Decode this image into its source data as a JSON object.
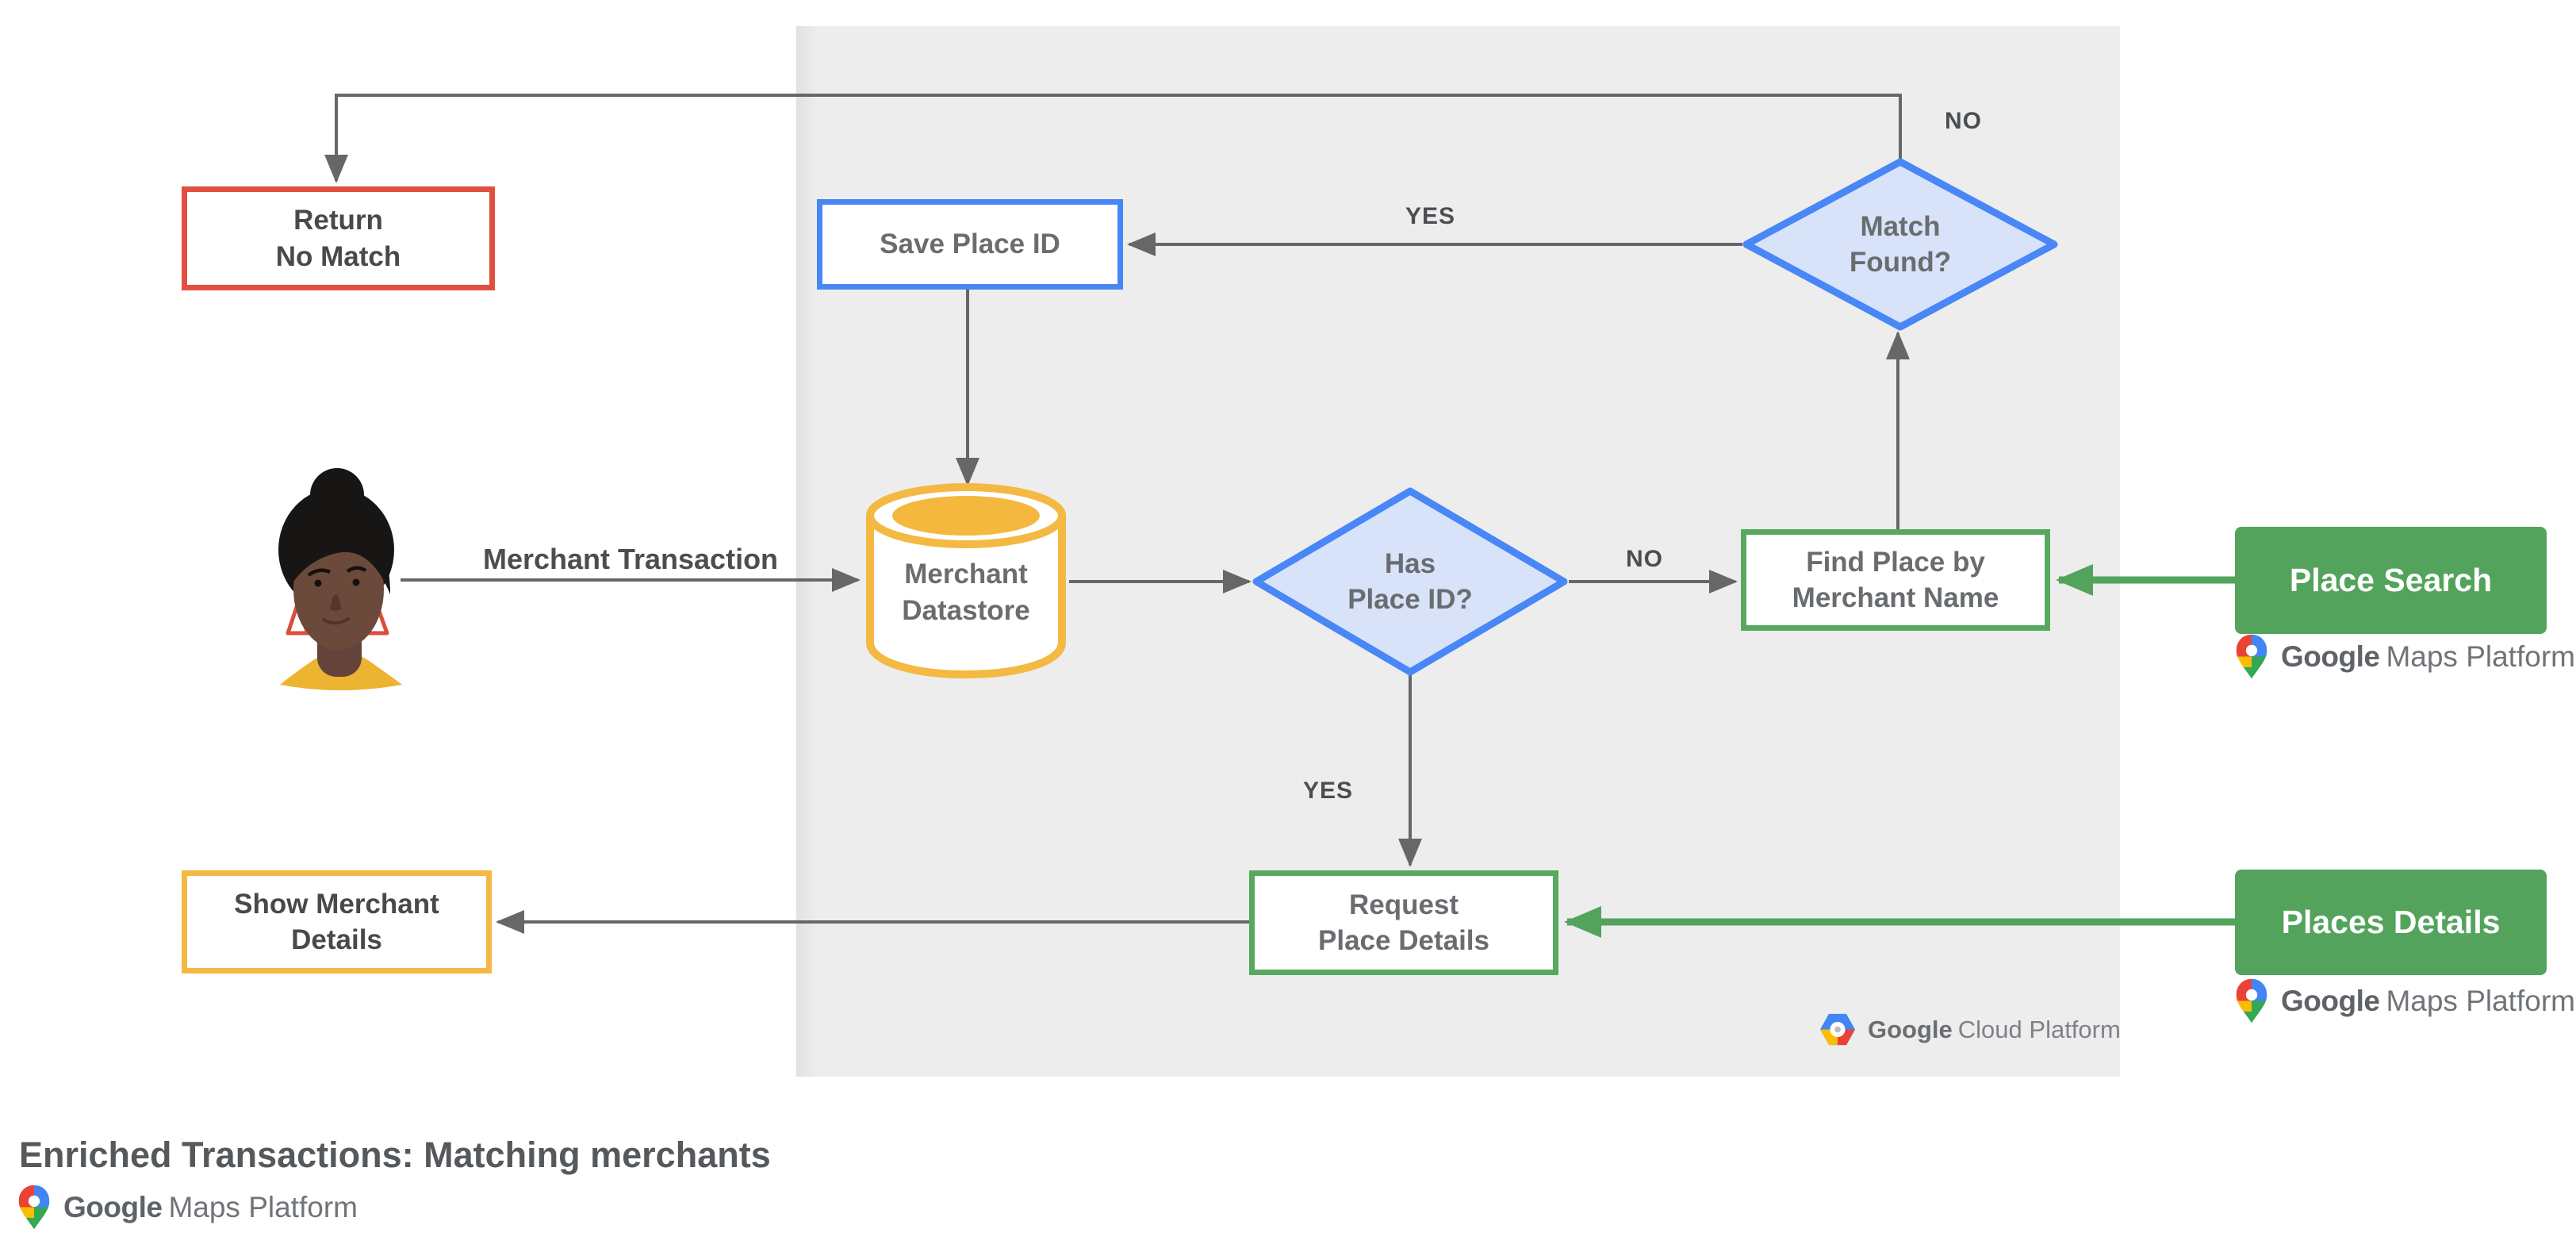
{
  "title": "Enriched Transactions: Matching merchants",
  "nodes": {
    "return_no_match": {
      "line1": "Return",
      "line2": "No Match"
    },
    "save_place_id": {
      "label": "Save Place ID"
    },
    "match_found": {
      "line1": "Match",
      "line2": "Found?"
    },
    "merchant_datastore": {
      "line1": "Merchant",
      "line2": "Datastore"
    },
    "has_place_id": {
      "line1": "Has",
      "line2": "Place ID?"
    },
    "find_place_by_merchant_name": {
      "line1": "Find Place by",
      "line2": "Merchant Name"
    },
    "request_place_details": {
      "line1": "Request",
      "line2": "Place Details"
    },
    "show_merchant_details": {
      "line1": "Show Merchant",
      "line2": "Details"
    },
    "place_search": {
      "label": "Place Search"
    },
    "places_details": {
      "label": "Places Details"
    }
  },
  "edge_labels": {
    "merchant_transaction": "Merchant Transaction",
    "has_place_id_no": "NO",
    "has_place_id_yes": "YES",
    "match_found_yes": "YES",
    "match_found_no": "NO"
  },
  "logos": {
    "google_maps_platform": {
      "google": "Google",
      "product": "Maps Platform"
    },
    "google_cloud_platform": {
      "google": "Google",
      "product": "Cloud Platform"
    }
  },
  "colors": {
    "panel_background": "#EDEDEE",
    "connector_gray": "#666769",
    "api_green_fill": "#54A35C",
    "outline_green": "#58A960",
    "outline_blue": "#4887F5",
    "diamond_fill": "#D8E3FA",
    "outline_yellow": "#F4B942",
    "outline_red": "#E14F41",
    "text_dark": "#47494B",
    "text_gray": "#6A6D70"
  }
}
